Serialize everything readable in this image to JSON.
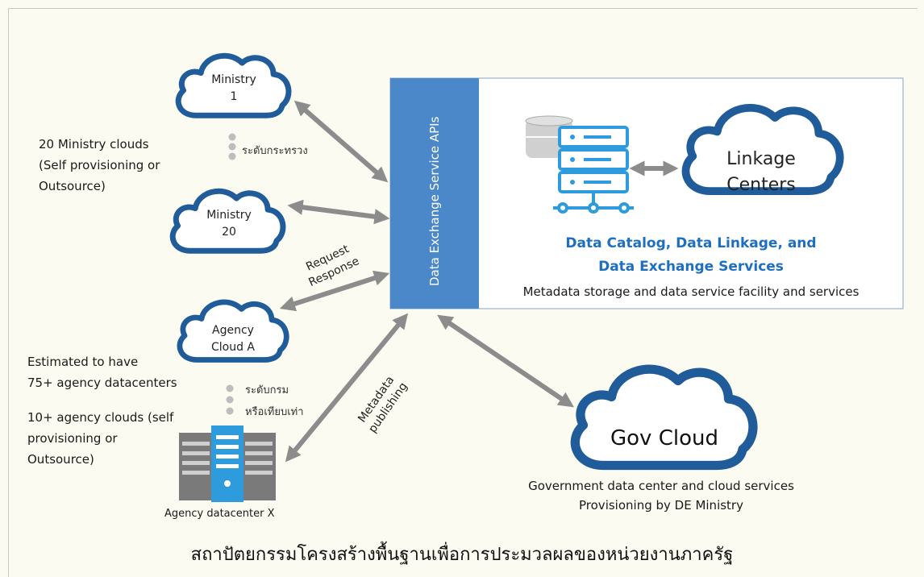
{
  "clouds": {
    "ministry_1": "Ministry\n1",
    "ministry_20": "Ministry\n20",
    "agency_a": "Agency\nCloud A",
    "linkage": "Linkage\nCenters",
    "gov": "Gov Cloud"
  },
  "ministry_level": "ระดับกระทรวง",
  "ministry_note": "20 Ministry clouds\n(Self provisioning or\nOutsource)",
  "agency_level_1": "ระดับกรม",
  "agency_level_2": "หรือเทียบเท่า",
  "agency_note_1": "Estimated to have\n75+ agency datacenters",
  "agency_note_2": "10+ agency clouds (self\nprovisioning or\nOutsource)",
  "agency_datacenter": "Agency datacenter X",
  "api_bar": "Data Exchange Service APIs",
  "services_title": "Data Catalog, Data Linkage, and\nData Exchange Services",
  "services_desc": "Metadata storage and data service facility and services",
  "request_response": "Request\nResponse",
  "metadata_publishing": "Metadata\npublishing",
  "gov_desc_1": "Government data center and cloud services",
  "gov_desc_2": "Provisioning by DE Ministry",
  "caption": "สถาปัตยกรรมโครงสร้างพื้นฐานเพื่อการประมวลผลของหน่วยงานภาครัฐ",
  "colors": {
    "cloud_outline": "#1f5c99",
    "api_bar": "#4b88c9",
    "accent_text": "#1f6fc0",
    "arrow": "#8c8c8c",
    "server_blue": "#2e9bdc",
    "server_gray": "#808080"
  },
  "icons": [
    "cloud-icon",
    "database-icon",
    "server-rack-icon",
    "network-icon",
    "double-arrow-icon"
  ]
}
